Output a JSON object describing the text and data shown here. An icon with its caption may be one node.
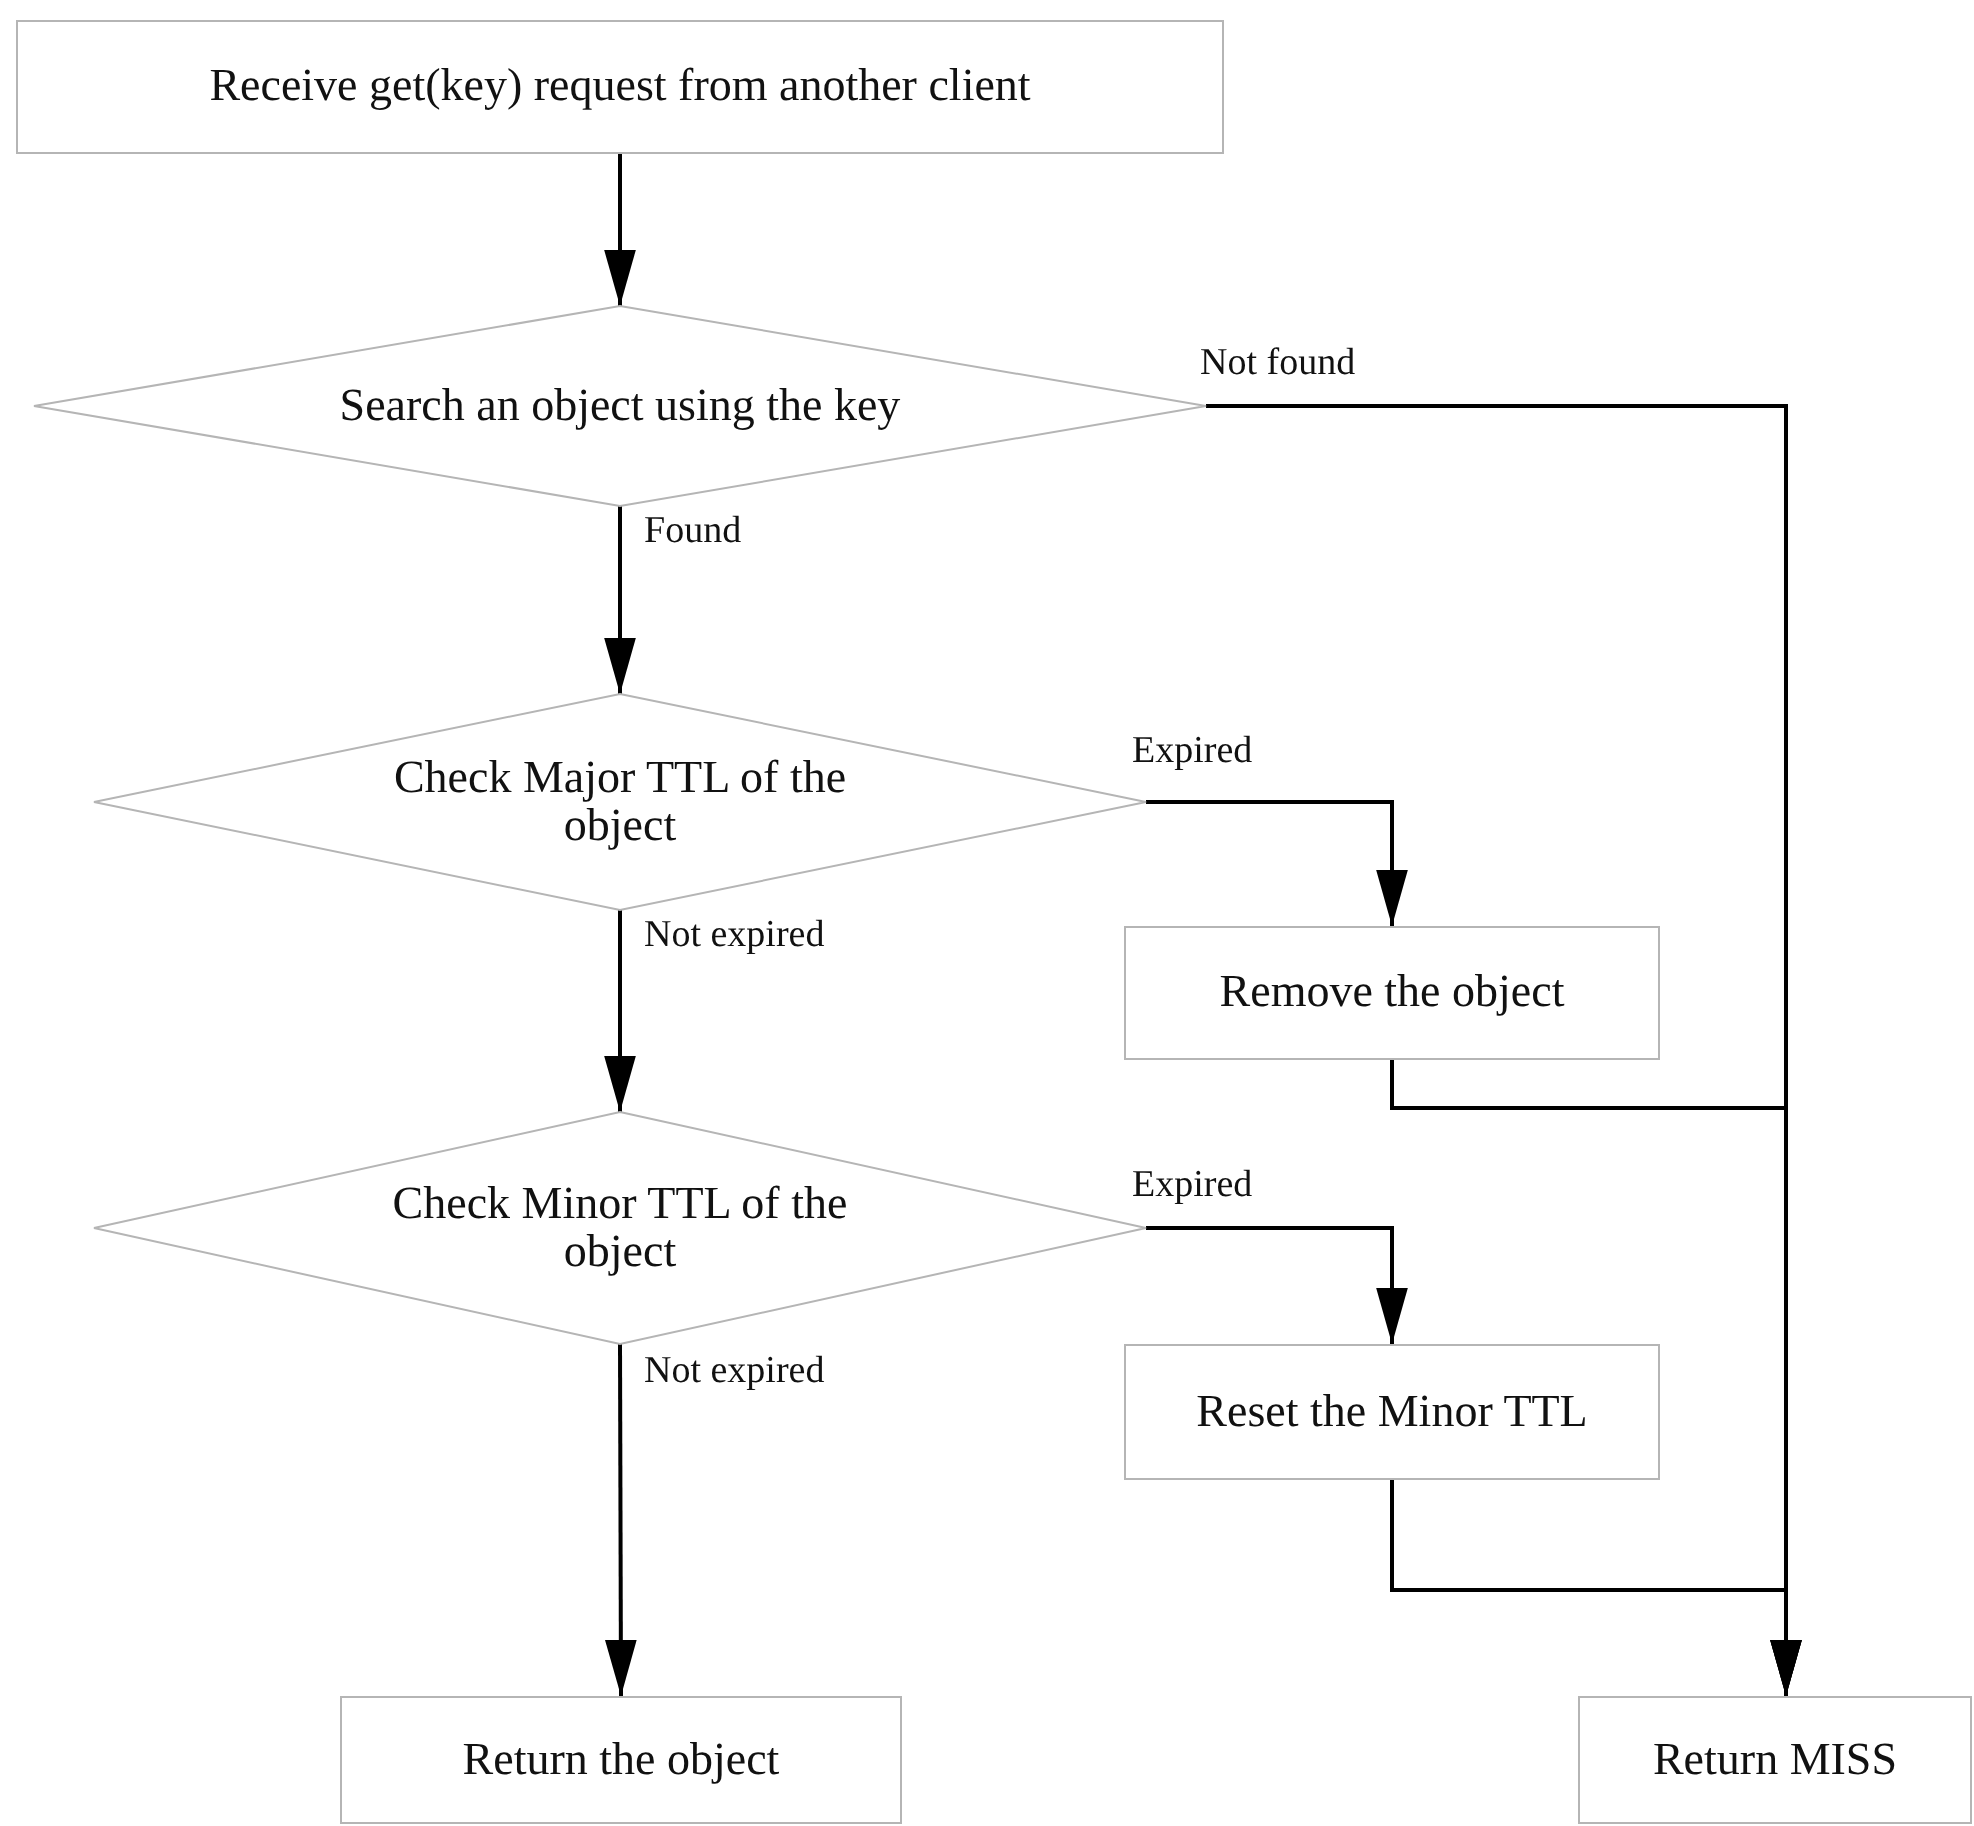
{
  "diagram": {
    "nodes": [
      {
        "text": [
          "Receive get(key) request from another client"
        ]
      },
      {
        "text": [
          "Search an object using the key"
        ]
      },
      {
        "text": [
          "Check Major TTL of the object"
        ]
      },
      {
        "text": [
          "Remove the object"
        ]
      },
      {
        "text": [
          "Check Minor TTL of the object"
        ]
      },
      {
        "text": [
          "Reset the Minor TTL"
        ]
      },
      {
        "text": [
          "Return the object"
        ]
      },
      {
        "text": [
          "Return MISS"
        ]
      }
    ],
    "edges": [
      {
        "from": 0,
        "to": 1,
        "arrow": "to"
      },
      {
        "from": 1,
        "to": 7,
        "arrow": "to",
        "label": "Not found"
      },
      {
        "from": 1,
        "to": 2,
        "arrow": "to",
        "label": "Found"
      },
      {
        "from": 2,
        "to": 3,
        "arrow": "to",
        "label": "Expired"
      },
      {
        "from": 2,
        "to": 4,
        "arrow": "to",
        "label": "Not expired"
      },
      {
        "from": 3,
        "to": 7,
        "arrow": "to"
      },
      {
        "from": 4,
        "to": 5,
        "arrow": "to",
        "label": "Expired"
      },
      {
        "from": 4,
        "to": 6,
        "arrow": "to",
        "label": "Not expired"
      },
      {
        "from": 5,
        "to": 7,
        "arrow": "to"
      }
    ]
  }
}
